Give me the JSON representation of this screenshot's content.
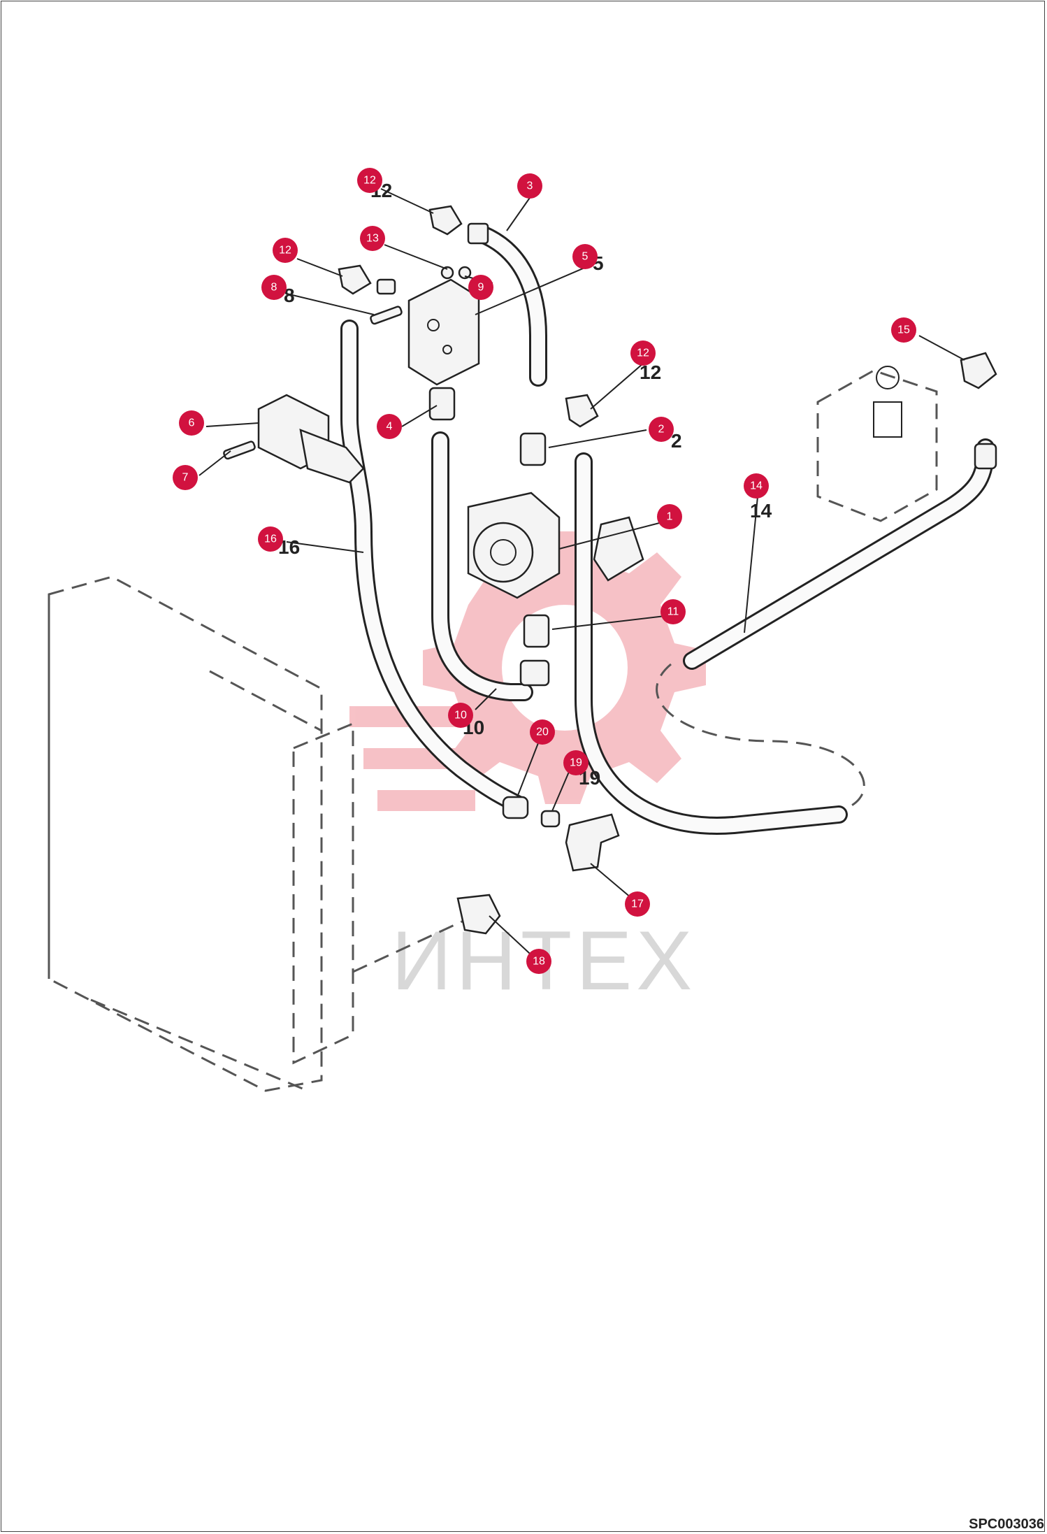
{
  "diagram": {
    "watermark_text": "ИНТЕХ",
    "drawing_code": "SPC003036",
    "callouts": [
      {
        "id": "c12a",
        "label": "12"
      },
      {
        "id": "c3",
        "label": "3"
      },
      {
        "id": "c12b",
        "label": "12"
      },
      {
        "id": "c13",
        "label": "13"
      },
      {
        "id": "c5",
        "label": "5"
      },
      {
        "id": "c8",
        "label": "8"
      },
      {
        "id": "c9",
        "label": "9"
      },
      {
        "id": "c12c",
        "label": "12"
      },
      {
        "id": "c15",
        "label": "15"
      },
      {
        "id": "c6",
        "label": "6"
      },
      {
        "id": "c4",
        "label": "4"
      },
      {
        "id": "c2",
        "label": "2"
      },
      {
        "id": "c7",
        "label": "7"
      },
      {
        "id": "c14",
        "label": "14"
      },
      {
        "id": "c1",
        "label": "1"
      },
      {
        "id": "c16",
        "label": "16"
      },
      {
        "id": "c11",
        "label": "11"
      },
      {
        "id": "c10",
        "label": "10"
      },
      {
        "id": "c20",
        "label": "20"
      },
      {
        "id": "c19",
        "label": "19"
      },
      {
        "id": "c17",
        "label": "17"
      },
      {
        "id": "c18",
        "label": "18"
      }
    ],
    "print_labels": [
      "12",
      "5",
      "8",
      "12",
      "2",
      "14",
      "16",
      "10",
      "19"
    ],
    "colors": {
      "callout": "#d1123f",
      "watermark": "#f2b8bf"
    }
  }
}
